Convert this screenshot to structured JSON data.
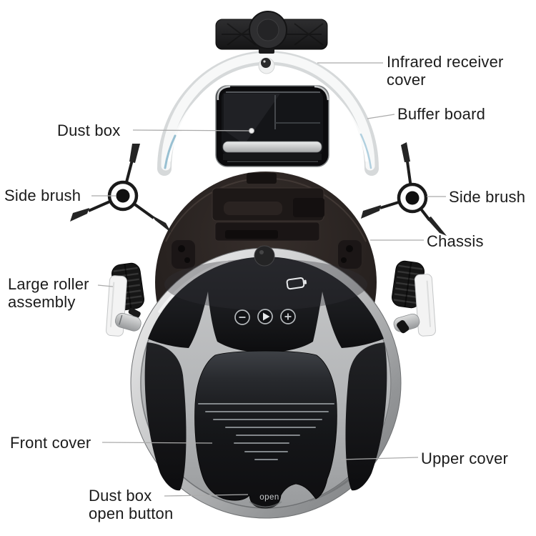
{
  "labels": {
    "infrared_receiver_cover": {
      "line1": "Infrared receiver",
      "line2": "cover"
    },
    "buffer_board": {
      "text": "Buffer board"
    },
    "dust_box": {
      "text": "Dust box"
    },
    "side_brush_left": {
      "text": "Side brush"
    },
    "side_brush_right": {
      "text": "Side brush"
    },
    "chassis": {
      "text": "Chassis"
    },
    "large_roller_assembly": {
      "line1": "Large roller",
      "line2": "assembly"
    },
    "front_cover": {
      "text": "Front cover"
    },
    "dust_box_open_button": {
      "line1": "Dust box",
      "line2": "open button"
    },
    "upper_cover": {
      "text": "Upper cover"
    }
  },
  "robot": {
    "open_button_text": "open",
    "control_buttons": [
      "minus",
      "play",
      "plus"
    ],
    "minus_glyph": "−",
    "plus_glyph": "+"
  },
  "colors": {
    "background": "#ffffff",
    "label_text": "#1b1b1b",
    "leader_line": "#ababab",
    "body_silver": "#b9bbbd",
    "panel_black": "#121214",
    "chassis_dark": "#27211f",
    "bumper_white": "#f5f6f6",
    "bumper_tip_blue": "#8db9cd"
  }
}
